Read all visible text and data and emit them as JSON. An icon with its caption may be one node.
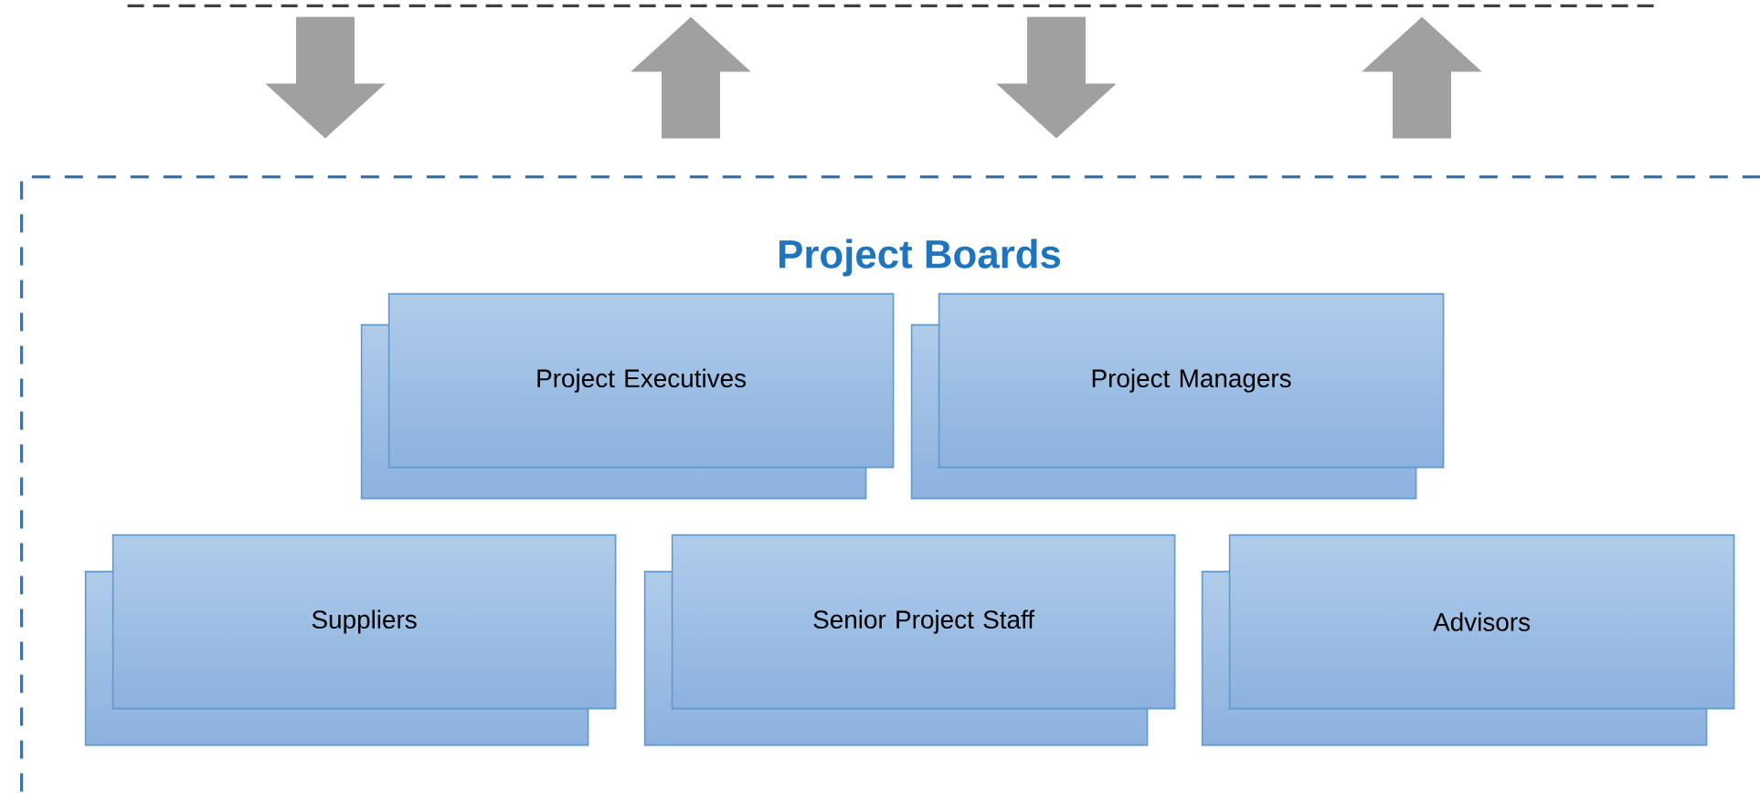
{
  "diagram": {
    "nodes": [
      {
        "text": [],
        "shape": "box"
      },
      {
        "text": [
          "Project Boards"
        ]
      },
      {
        "text": [
          "Project Executives"
        ],
        "in": 1
      },
      {
        "text": [
          "Project Managers"
        ],
        "in": 1
      },
      {
        "text": [
          "Suppliers"
        ],
        "in": 1
      },
      {
        "text": [
          "Senior Project Staff"
        ],
        "in": 1
      },
      {
        "text": [
          "Advisors"
        ],
        "in": 1
      }
    ],
    "edges": [
      {
        "from": 0,
        "to": 1,
        "arrow": "to"
      },
      {
        "from": 1,
        "to": 0,
        "arrow": "to"
      },
      {
        "from": 0,
        "to": 1,
        "arrow": "to"
      },
      {
        "from": 1,
        "to": 0,
        "arrow": "to"
      }
    ]
  }
}
